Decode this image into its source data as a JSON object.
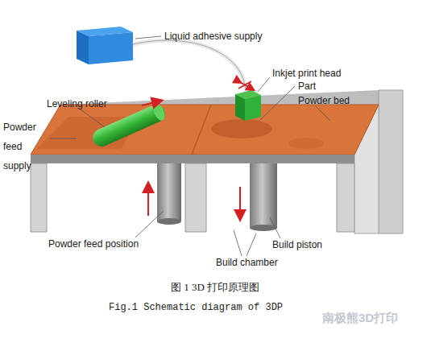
{
  "diagram": {
    "caption": "图 1 3D 打印原理图",
    "labels": [
      "Liquid adhesive supply",
      "Inkjet print head",
      "Leveling roller",
      "Part",
      "Powder bed",
      "Powder feed supply",
      "Powder feed position",
      "Build piston",
      "Build chamber",
      "Fig.1 Schematic diagram of 3DP",
      "南极熊3D打印"
    ]
  }
}
